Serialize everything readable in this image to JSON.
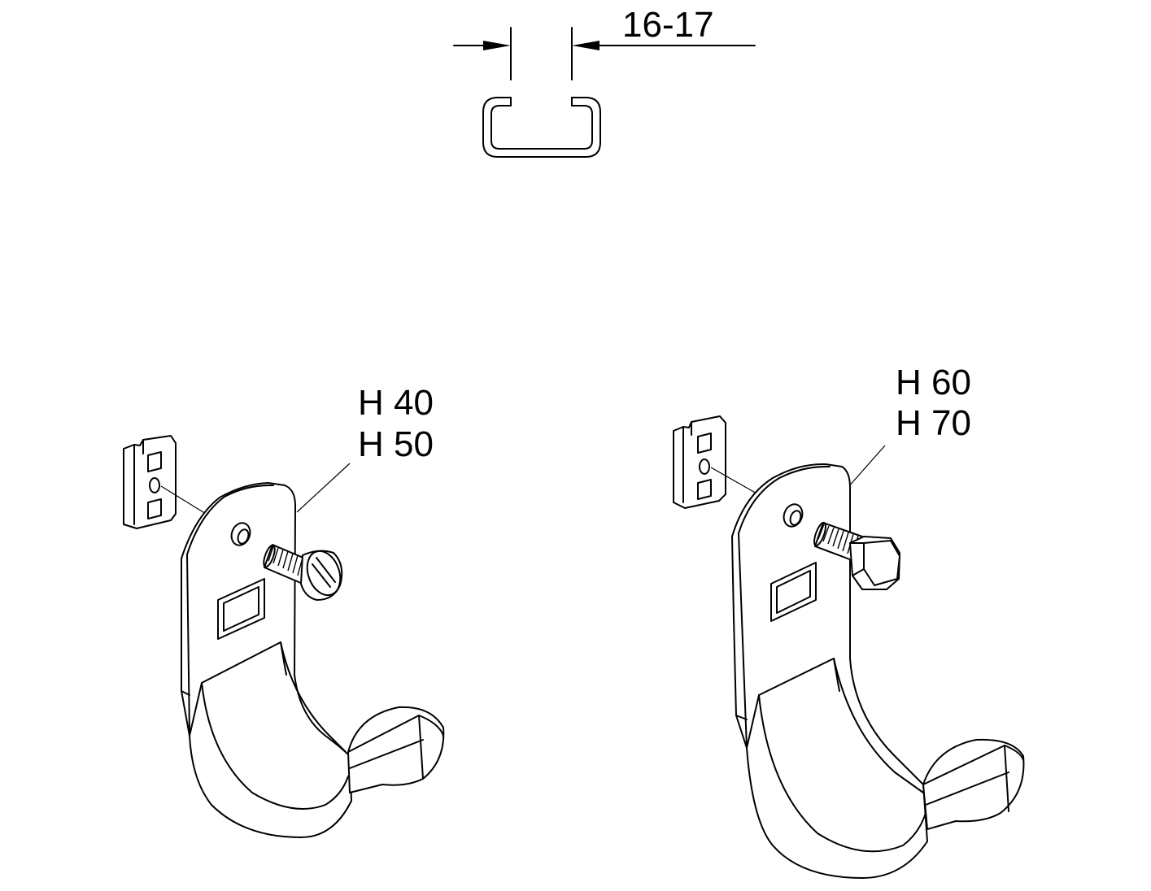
{
  "dimension": {
    "label": "16-17"
  },
  "bracket_left": {
    "label_line1": "H 40",
    "label_line2": "H 50"
  },
  "bracket_right": {
    "label_line1": "H 60",
    "label_line2": "H 70"
  }
}
